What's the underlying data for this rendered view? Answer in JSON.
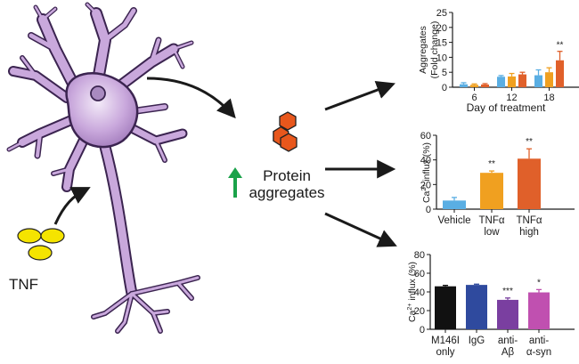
{
  "labels": {
    "tnf": "TNF",
    "protein_line1": "Protein",
    "protein_line2": "aggregates"
  },
  "colors": {
    "neuron_fill": "#c9a8dc",
    "neuron_stroke": "#3b2450",
    "tnf_dot": "#f5e400",
    "hexagon": "#e8571c",
    "up_arrow": "#1aa24a",
    "blue": "#5aaee3",
    "orange": "#f0a020",
    "darkorange": "#e0602a",
    "black": "#111111",
    "navy": "#2f4a9e",
    "purple": "#7a3fa0",
    "magenta": "#c050b0"
  },
  "icons": [
    "neuron-illustration",
    "tnf-molecule-icon",
    "protein-hexagon-icon",
    "up-arrow-icon"
  ],
  "chart_data": [
    {
      "type": "bar",
      "ylabel_line1": "Aggregates",
      "ylabel_line2": "(Fold change)",
      "xlabel": "Day of treatment",
      "ylim": [
        0,
        25
      ],
      "yticks": [
        0,
        5,
        10,
        15,
        20,
        25
      ],
      "categories": [
        "6",
        "12",
        "18"
      ],
      "series": [
        {
          "color_key": "blue",
          "values": [
            1.0,
            3.5,
            4.0
          ],
          "errors": [
            0.5,
            0.4,
            1.8
          ]
        },
        {
          "color_key": "orange",
          "values": [
            0.8,
            3.6,
            5.0
          ],
          "errors": [
            0.3,
            1.0,
            1.5
          ]
        },
        {
          "color_key": "darkorange",
          "values": [
            0.9,
            4.3,
            9.0
          ],
          "errors": [
            0.3,
            0.7,
            3.0
          ]
        }
      ],
      "annotations": [
        {
          "category_index": 2,
          "series_index": 2,
          "text": "**"
        }
      ]
    },
    {
      "type": "bar",
      "ylabel": "Ca2+ influx (%)",
      "ylabel_base": "Ca",
      "ylabel_sup": "2+",
      "ylabel_rest": " influx (%)",
      "ylim": [
        0,
        60
      ],
      "yticks": [
        0,
        20,
        40,
        60
      ],
      "bars": [
        {
          "label_lines": [
            "Vehicle"
          ],
          "value": 7,
          "error": 2.5,
          "color_key": "blue",
          "sig": ""
        },
        {
          "label_lines": [
            "TNFα",
            "low"
          ],
          "value": 29.5,
          "error": 1.5,
          "color_key": "orange",
          "sig": "**"
        },
        {
          "label_lines": [
            "TNFα",
            "high"
          ],
          "value": 41,
          "error": 8,
          "color_key": "darkorange",
          "sig": "**"
        }
      ]
    },
    {
      "type": "bar",
      "ylabel": "Ca2+ influx (%)",
      "ylabel_base": "Ca",
      "ylabel_sup": "2+",
      "ylabel_rest": " influx (%)",
      "ylim": [
        0,
        80
      ],
      "yticks": [
        0,
        20,
        40,
        60,
        80
      ],
      "bars": [
        {
          "label_lines": [
            "M146I",
            "only"
          ],
          "value": 46,
          "error": 1,
          "color_key": "black",
          "sig": ""
        },
        {
          "label_lines": [
            "IgG"
          ],
          "value": 47.5,
          "error": 0.8,
          "color_key": "navy",
          "sig": ""
        },
        {
          "label_lines": [
            "anti-",
            "Aβ"
          ],
          "value": 31.5,
          "error": 2,
          "color_key": "purple",
          "sig": "***"
        },
        {
          "label_lines": [
            "anti-",
            "α-syn"
          ],
          "value": 39.5,
          "error": 3,
          "color_key": "magenta",
          "sig": "*"
        }
      ]
    }
  ]
}
